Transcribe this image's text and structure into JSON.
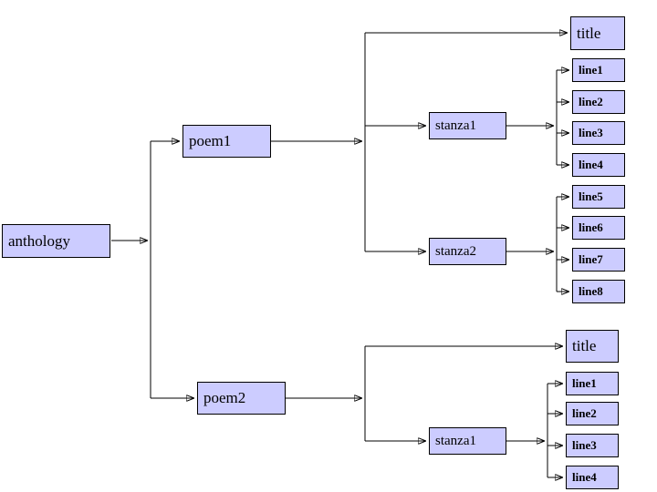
{
  "diagram": {
    "type": "tree",
    "root": "anthology",
    "nodes": {
      "anthology": "anthology",
      "poem1": "poem1",
      "poem2": "poem2",
      "poem1_title": "title",
      "poem1_stanza1": "stanza1",
      "poem1_stanza2": "stanza2",
      "poem1_line1": "line1",
      "poem1_line2": "line2",
      "poem1_line3": "line3",
      "poem1_line4": "line4",
      "poem1_line5": "line5",
      "poem1_line6": "line6",
      "poem1_line7": "line7",
      "poem1_line8": "line8",
      "poem2_title": "title",
      "poem2_stanza1": "stanza1",
      "poem2_line1": "line1",
      "poem2_line2": "line2",
      "poem2_line3": "line3",
      "poem2_line4": "line4"
    },
    "hierarchy": {
      "anthology": [
        "poem1",
        "poem2"
      ],
      "poem1": [
        "title",
        "stanza1",
        "stanza2"
      ],
      "poem1.stanza1": [
        "line1",
        "line2",
        "line3",
        "line4"
      ],
      "poem1.stanza2": [
        "line5",
        "line6",
        "line7",
        "line8"
      ],
      "poem2": [
        "title",
        "stanza1"
      ],
      "poem2.stanza1": [
        "line1",
        "line2",
        "line3",
        "line4"
      ]
    },
    "colors": {
      "node_fill": "#ccccff",
      "node_border": "#000000",
      "connector": "#000000",
      "background": "#ffffff"
    }
  }
}
